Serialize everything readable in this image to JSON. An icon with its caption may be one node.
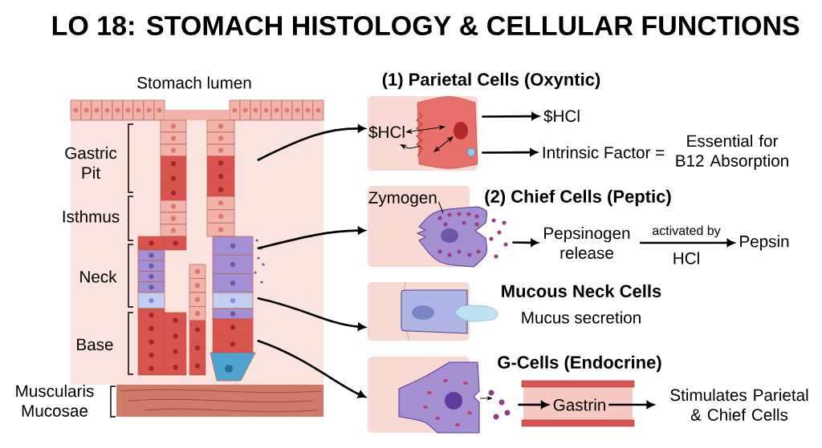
{
  "diagram": {
    "title": "LO 18: STOMACH HISTOLOGY & CELLULAR FUNCTIONS",
    "nodes": [
      {
        "text": [],
        "shape": "picture"
      },
      {
        "text": [
          "(1) Parietal Cells (Oxyntic)",
          "$HCl"
        ]
      },
      {
        "text": [
          "$HCl"
        ]
      },
      {
        "text": [
          "Intrinsic Factor =",
          "Essential for B12 Absorption"
        ]
      },
      {
        "text": [
          "(2) Chief Cells (Peptic)"
        ]
      },
      {
        "text": [
          "Zymogen"
        ],
        "in": 4
      },
      {
        "text": [
          "Pepsinogen release"
        ]
      },
      {
        "text": [
          "Pepsin"
        ]
      },
      {
        "text": [
          "Mucous Neck Cells",
          "Mucus secretion"
        ]
      },
      {
        "text": [
          "G-Cells (Endocrine)"
        ]
      },
      {
        "text": [
          "Gastrin"
        ]
      },
      {
        "text": [
          "Stimulates Parietal & Chief Cells"
        ]
      }
    ],
    "edges": [
      {
        "from": 0,
        "to": 1,
        "arrow": "to"
      },
      {
        "from": 0,
        "to": 4,
        "arrow": "to"
      },
      {
        "from": 0,
        "to": 8,
        "arrow": "to"
      },
      {
        "from": 0,
        "to": 9,
        "arrow": "to"
      },
      {
        "from": 1,
        "to": 2,
        "arrow": "to"
      },
      {
        "from": 1,
        "to": 3,
        "arrow": "to"
      },
      {
        "from": 5,
        "to": null,
        "arrow": "none"
      },
      {
        "from": 4,
        "to": 6,
        "arrow": "to"
      },
      {
        "from": 6,
        "to": 7,
        "arrow": "to",
        "label": "activated by"
      },
      {
        "from": 9,
        "to": 10,
        "arrow": "to"
      },
      {
        "from": 10,
        "to": 11,
        "arrow": "to"
      }
    ],
    "labels": [
      "Stomach lumen",
      "Gastric Pit",
      "Isthmus",
      "Neck",
      "Base",
      "Muscularis Mucosae",
      "HCl"
    ]
  }
}
